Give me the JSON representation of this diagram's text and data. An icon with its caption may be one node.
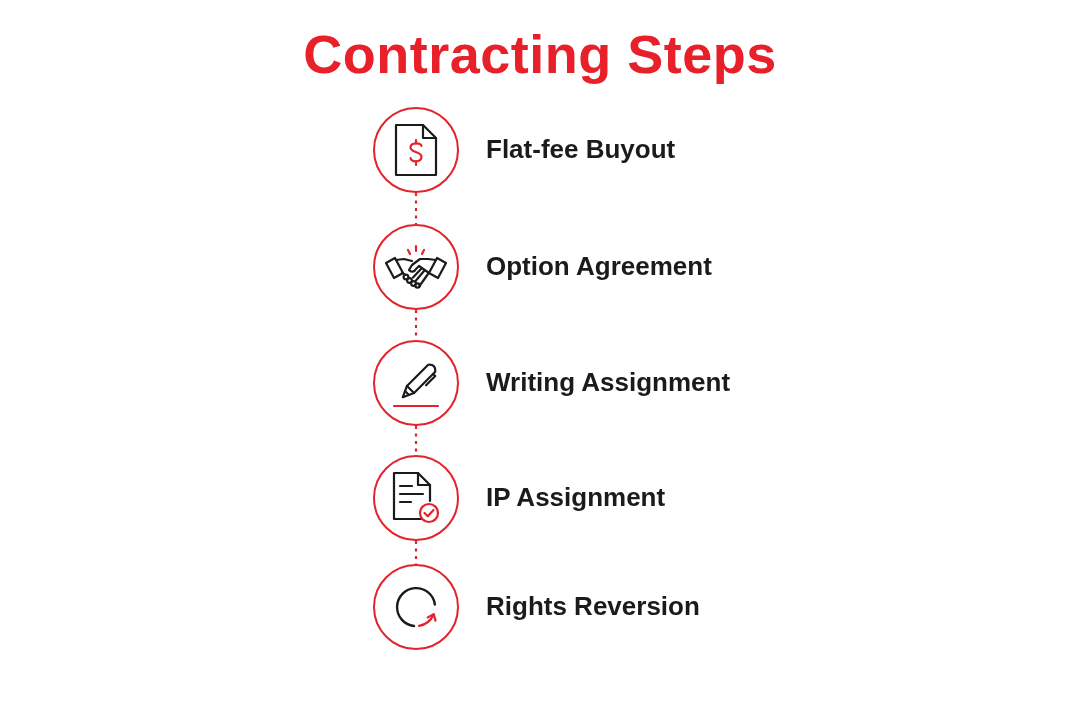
{
  "diagram": {
    "title": "Contracting Steps",
    "nodes": [
      {
        "text": [],
        "shape": "circle",
        "beside": [
          "Flat-fee Buyout"
        ]
      },
      {
        "text": [],
        "shape": "circle",
        "beside": [
          "Option Agreement"
        ]
      },
      {
        "text": [],
        "shape": "circle",
        "beside": [
          "Writing Assignment"
        ]
      },
      {
        "text": [],
        "shape": "circle",
        "beside": [
          "IP Assignment"
        ]
      },
      {
        "text": [],
        "shape": "circle",
        "beside": [
          "Rights Reversion"
        ]
      }
    ],
    "edges": [
      {
        "from": 0,
        "to": 1,
        "arrow": "none",
        "style": "dashed"
      },
      {
        "from": 1,
        "to": 2,
        "arrow": "none",
        "style": "dashed"
      },
      {
        "from": 2,
        "to": 3,
        "arrow": "none",
        "style": "dashed"
      },
      {
        "from": 3,
        "to": 4,
        "arrow": "none",
        "style": "dashed"
      }
    ]
  }
}
